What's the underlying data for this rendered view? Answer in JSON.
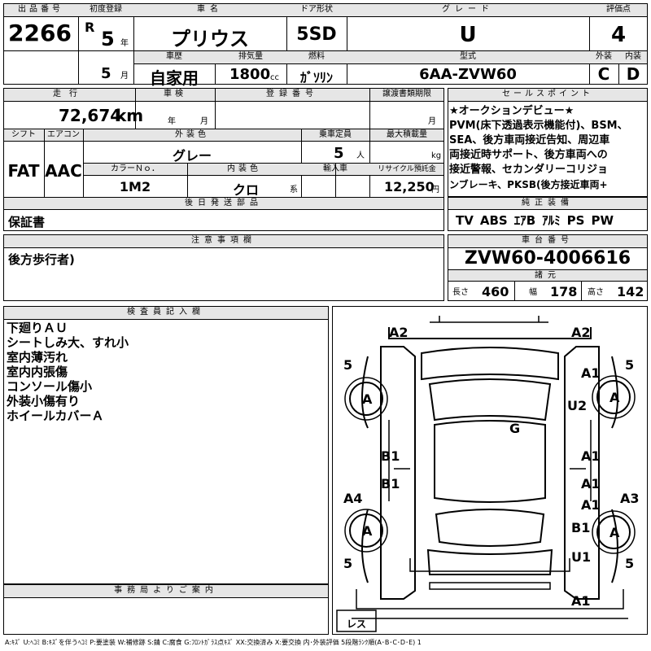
{
  "header": {
    "labels": {
      "lot_no": "出品番号",
      "first_reg": "初度登録",
      "car_name": "車名",
      "door": "ドア形状",
      "grade": "グレード",
      "score": "評価点",
      "history": "車歴",
      "displacement": "排気量",
      "fuel": "燃料",
      "model_code": "型式",
      "exterior": "外装",
      "interior": "内装"
    },
    "lot_no": "2266",
    "era": "R",
    "reg_year": "5",
    "year_unit": "年",
    "reg_month": "5",
    "month_unit": "月",
    "car_name": "プリウス",
    "door": "5SD",
    "grade": "U",
    "score": "4",
    "history": "自家用",
    "displacement": "1800",
    "displacement_unit": "cc",
    "fuel": "ｶﾞｿﾘﾝ",
    "model_code": "6AA-ZVW60",
    "exterior_grade": "C",
    "interior_grade": "D"
  },
  "row2": {
    "labels": {
      "mileage": "走行",
      "inspection": "車検",
      "reg_no": "登録番号",
      "transfer": "譲渡書類期限",
      "year": "年",
      "month": "月"
    },
    "mileage": "72,674",
    "mileage_unit": "km"
  },
  "row3": {
    "labels": {
      "shift": "シフト",
      "ac": "エアコン",
      "color": "外装色",
      "capacity": "乗車定員",
      "max_load": "最大積載量",
      "color_no": "カラーＮｏ．",
      "int_color": "内装色",
      "import": "輸入車",
      "recycle": "リサイクル預託金",
      "person_unit": "人",
      "kg_unit": "kg",
      "kei_unit": "系",
      "yen_unit": "円"
    },
    "shift": "FAT",
    "ac": "AAC",
    "color": "グレー",
    "capacity": "5",
    "color_no": "1M2",
    "int_color": "クロ",
    "recycle": "12,250"
  },
  "sales_point": {
    "label": "セールスポイント",
    "lines": [
      "★オークションデビュー★",
      "PVM(床下透過表示機能付)、BSM、",
      "SEA、後方車両接近告知、周辺車",
      "両接近時サポート、後方車両への",
      "接近警報、セカンダリーコリジョ",
      "ンブレーキ、PKSB(後方接近車両+"
    ]
  },
  "later_parts": {
    "label": "後日発送部品",
    "text": "保証書"
  },
  "equipment": {
    "label": "純正装備",
    "items": [
      "TV",
      "ABS",
      "ｴｱB",
      "ｱﾙﾐ",
      "PS",
      "PW"
    ]
  },
  "notes": {
    "label": "注意事項欄",
    "text": "後方歩行者)"
  },
  "chassis": {
    "label": "車台番号",
    "value": "ZVW60-4006616",
    "spec_label": "諸元",
    "length_label": "長さ",
    "length": "460",
    "width_label": "幅",
    "width": "178",
    "height_label": "高さ",
    "height": "142"
  },
  "inspector": {
    "label": "検査員記入欄",
    "lines": [
      "下廻りＡＵ",
      "シートしみ大、すれ小",
      "室内薄汚れ",
      "室内内張傷",
      "コンソール傷小",
      "外装小傷有り",
      "ホイールカバーＡ"
    ]
  },
  "office": {
    "label": "事務局よりご案内"
  },
  "diagram": {
    "marks": {
      "a2_left": "A2",
      "a2_right": "A2",
      "tire_fl": "5",
      "tire_fr": "5",
      "tire_rl": "5",
      "tire_rr": "5",
      "a1_top": "A1",
      "u2": "U2",
      "wheel_fl": "A",
      "wheel_fr": "A",
      "wheel_rl": "A",
      "wheel_rr": "A",
      "g_roof": "G",
      "b1_l1": "B1",
      "b1_l2": "B1",
      "a1_r1": "A1",
      "a1_r2": "A1",
      "a1_r3": "A1",
      "a4": "A4",
      "a3": "A3",
      "b1_r": "B1",
      "u1": "U1",
      "a1_bottom": "A1",
      "spare": "レス"
    }
  },
  "legend": "A:ｷｽﾞ U:ﾍｺﾐ B:ｷｽﾞを伴うﾍｺﾐ P:要塗装 W:補修跡 S:錆 C:腐食 G:ﾌﾛﾝﾄｶﾞﾗｽ点ｷｽﾞ XX:交換済み X:要交換 内･外装評価 5段階ﾗﾝｸ順(A･B･C･D･E) 1"
}
